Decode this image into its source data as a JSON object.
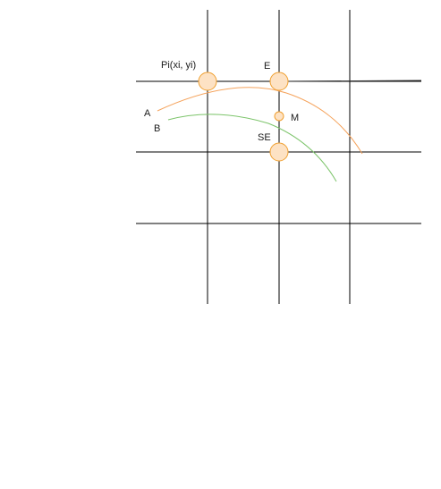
{
  "diagram": {
    "labels": {
      "pi": "Pi(xi, yi)",
      "e": "E",
      "m": "M",
      "se": "SE",
      "a": "A",
      "b": "B"
    },
    "colors": {
      "grid": "#000000",
      "top_row_line": "#333333",
      "curve_a": "#f5a35c",
      "curve_b": "#7cc46a",
      "point_fill": "#fde2c4",
      "point_stroke": "#f0a030",
      "background": "#ffffff"
    },
    "points": {
      "pi": {
        "kind": "pixel"
      },
      "e": {
        "kind": "pixel"
      },
      "se": {
        "kind": "pixel"
      },
      "m": {
        "kind": "midpoint"
      }
    },
    "curves": [
      {
        "name": "A"
      },
      {
        "name": "B"
      }
    ]
  }
}
